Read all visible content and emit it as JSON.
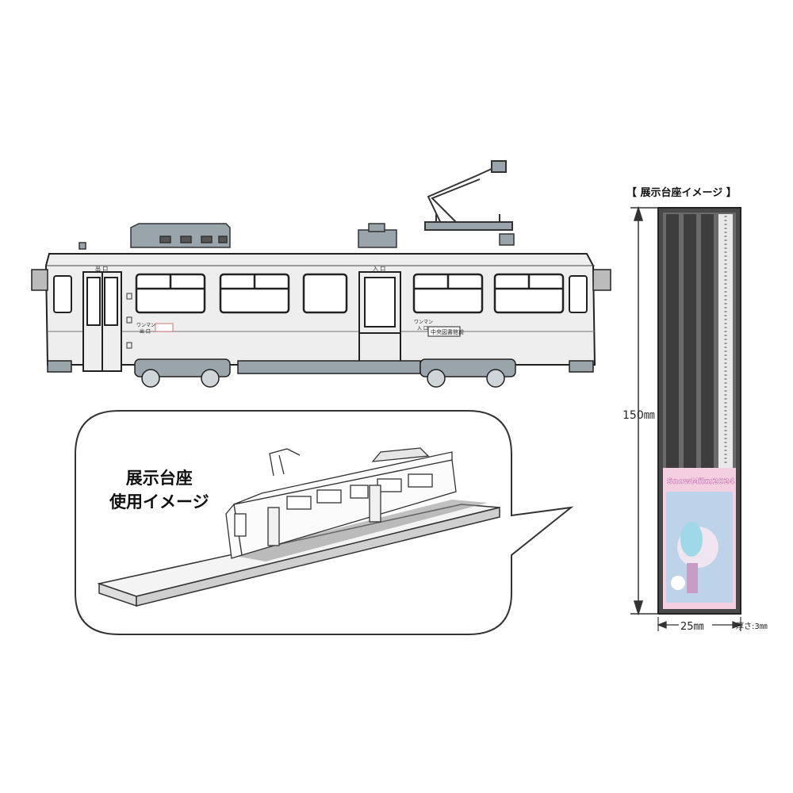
{
  "stand_title": "【 展示台座イメージ 】",
  "caption": {
    "line1": "展示台座",
    "line2": "使用イメージ"
  },
  "dimensions": {
    "height": "150㎜",
    "width": "25㎜",
    "thickness": "厚さ:3㎜"
  },
  "tram_labels": {
    "exit": "出 口",
    "entrance": "入 口",
    "oneman_exit_1": "ワンマン",
    "oneman_exit_2": "出 口",
    "oneman_entry_1": "ワンマン",
    "oneman_entry_2": "入 口",
    "destination": "中央図書館前"
  },
  "card_logo": "SnowMiku2024",
  "colors": {
    "tram_body": "#eeeeee",
    "stand_dark": "#5a5a5a",
    "outline": "#222222",
    "gray_parts": "#9aa4ab",
    "card_pink": "#f3cfe0",
    "card_blue": "#a9d4ee"
  }
}
